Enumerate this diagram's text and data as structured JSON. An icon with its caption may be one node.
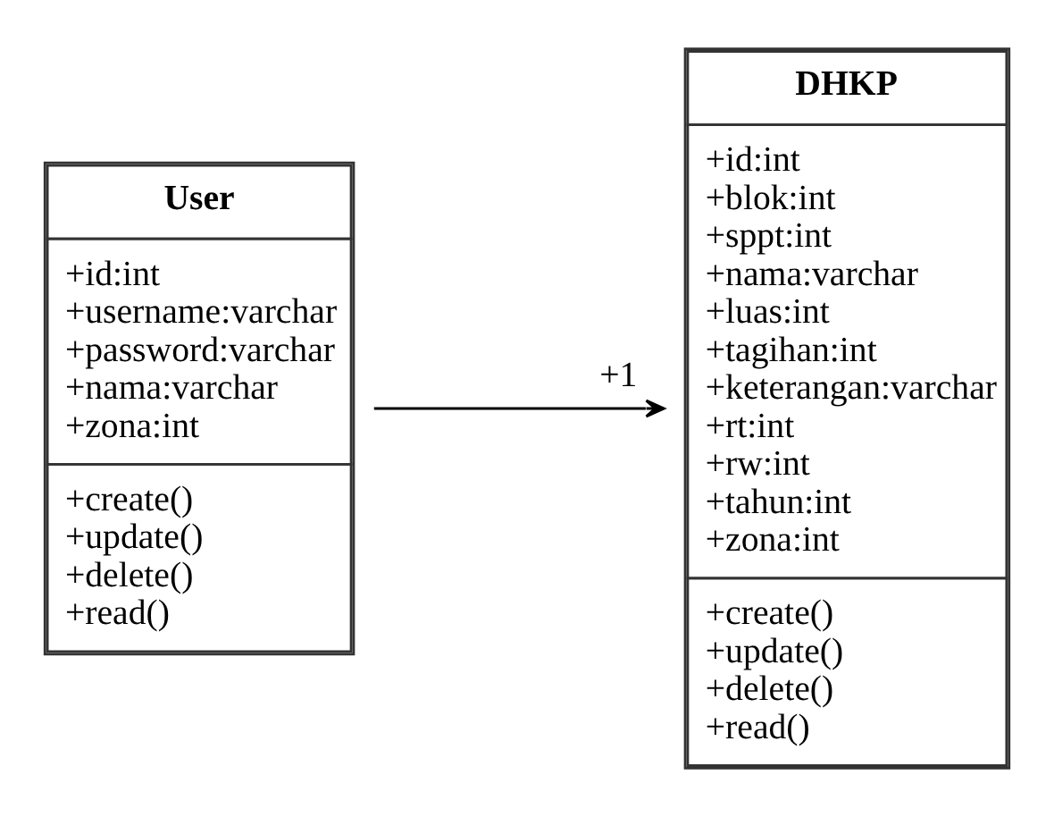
{
  "diagram": {
    "nodes": [
      {
        "text": [
          "User",
          "+id:int +username:varchar +password:varchar +nama:varchar +zona:int",
          "+create() +update() +delete() +read()"
        ]
      },
      {
        "text": [
          "DHKP",
          "+id:int +blok:int +sppt:int +nama:varchar +luas:int +tagihan:int +keterangan:varchar +rt:int +rw:int +tahun:int +zona:int",
          "+create() +update() +delete() +read()"
        ]
      }
    ],
    "edges": [
      {
        "from": 0,
        "to": 1,
        "arrow": "to",
        "label": "+1"
      }
    ]
  }
}
